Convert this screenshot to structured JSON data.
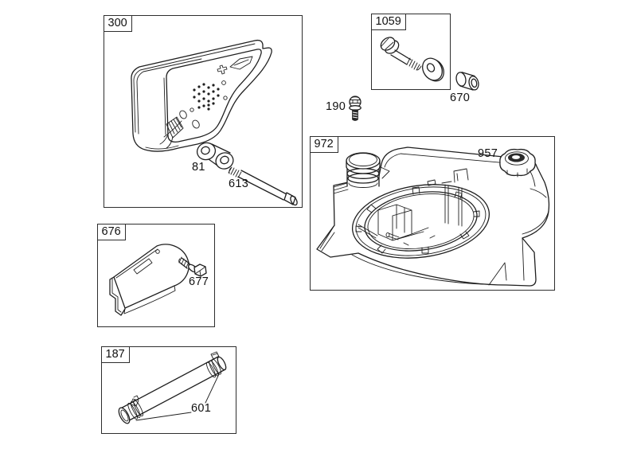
{
  "colors": {
    "background": "#ffffff",
    "line": "#1f1f1f",
    "box_border": "#2e2e2e",
    "text": "#111111"
  },
  "boxes": {
    "b300": {
      "number": "300"
    },
    "b1059": {
      "number": "1059"
    },
    "b972": {
      "number": "972"
    },
    "b676": {
      "number": "676"
    },
    "b187": {
      "number": "187"
    }
  },
  "callouts": {
    "c81": "81",
    "c613": "613",
    "c190": "190",
    "c670": "670",
    "c957": "957",
    "c677": "677",
    "c601": "601"
  }
}
